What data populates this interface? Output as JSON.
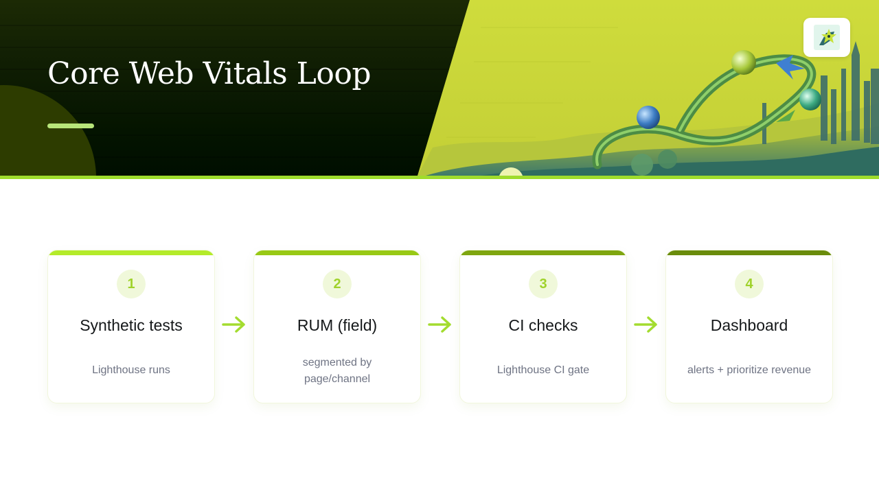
{
  "slide": {
    "title": "Core Web Vitals Loop",
    "colors": {
      "accent": "#9fdc2c",
      "dark": "#0b1a02",
      "art_bg": "#cbd83a"
    }
  },
  "steps": [
    {
      "number": "1",
      "title": "Synthetic tests",
      "description": "Lighthouse runs",
      "top_color": "#b4eb2a"
    },
    {
      "number": "2",
      "title": "RUM (field)",
      "description": "segmented by page/channel",
      "top_color": "#98c915"
    },
    {
      "number": "3",
      "title": "CI checks",
      "description": "Lighthouse CI gate",
      "top_color": "#7fa610"
    },
    {
      "number": "4",
      "title": "Dashboard",
      "description": "alerts + prioritize revenue",
      "top_color": "#6a8c0c"
    }
  ],
  "icons": {
    "step_arrow": "arrow-right-icon",
    "logo": "brand-logo"
  }
}
